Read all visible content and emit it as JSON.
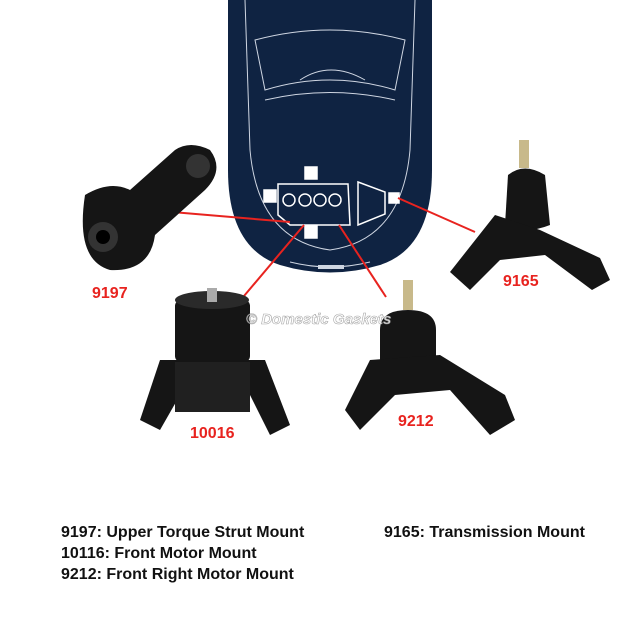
{
  "watermark": "© Domestic Gaskets",
  "parts": [
    {
      "number": "9197"
    },
    {
      "number": "10016"
    },
    {
      "number": "9212"
    },
    {
      "number": "9165"
    }
  ],
  "captions": [
    "9197: Upper Torque Strut Mount",
    "10116: Front Motor Mount",
    "9212: Front Right Motor Mount",
    "9165: Transmission Mount"
  ],
  "colors": {
    "car": "#0f2342",
    "callout": "#e8231f",
    "mount": "#111111"
  }
}
